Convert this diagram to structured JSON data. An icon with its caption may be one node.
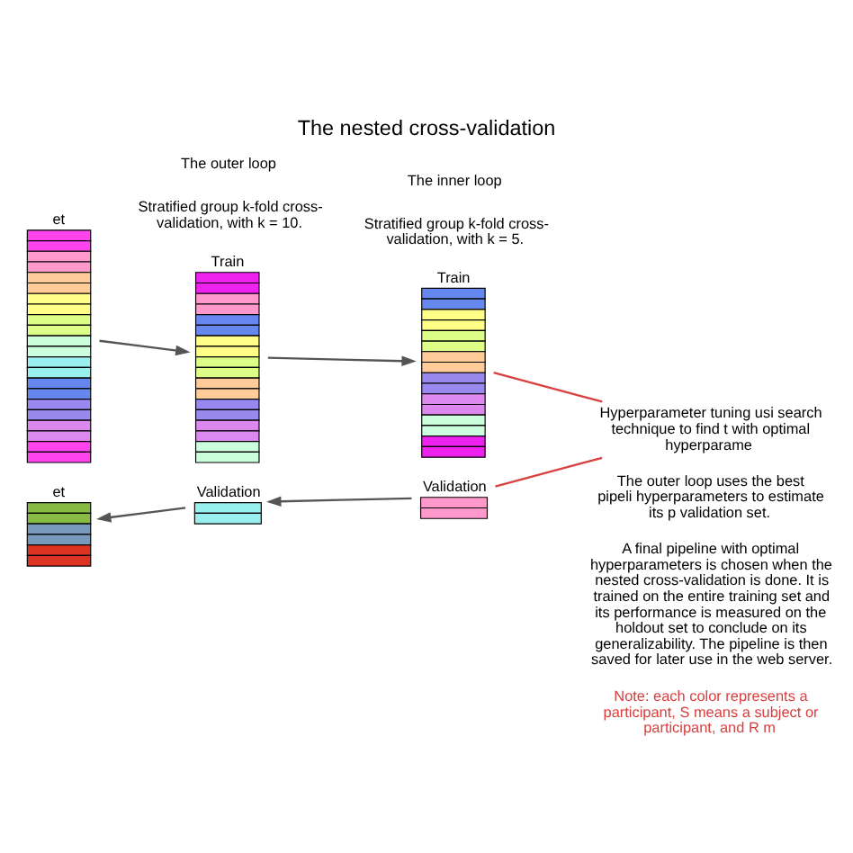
{
  "diagram": {
    "title": "The nested cross-validation",
    "nodes": [
      {
        "text": [
          "et"
        ]
      },
      {
        "text": [
          "Train"
        ]
      },
      {
        "text": [
          "Validation"
        ]
      },
      {
        "text": [
          "Train"
        ]
      },
      {
        "text": [
          "Validation"
        ]
      },
      {
        "text": [
          "Hyperparameter tuning usi search technique to find t with optimal hyperparame"
        ]
      },
      {
        "text": [
          "The outer loop uses the best pipeli hyperparameters to estimate its p validation set."
        ]
      },
      {
        "text": [
          "et"
        ]
      }
    ],
    "edges": [
      {
        "from": 0,
        "to": 1,
        "arrow": "to"
      },
      {
        "from": 1,
        "to": 3,
        "arrow": "to"
      },
      {
        "from": 3,
        "to": 5,
        "arrow": "none",
        "color": "#d94040"
      },
      {
        "from": 4,
        "to": 5,
        "arrow": "none",
        "color": "#d94040"
      },
      {
        "from": 4,
        "to": 2,
        "arrow": "to"
      },
      {
        "from": 2,
        "to": 7,
        "arrow": "to"
      }
    ],
    "labels": [
      "The outer loop",
      "Stratified group k-fold cross-validation, with k = 10.",
      "The inner loop",
      "Stratified group k-fold cross-validation, with k = 5.",
      "A final pipeline with optimal hyperparameters is chosen when the nested cross-validation is done. It is trained on the entire training set and its performance is measured on the holdout set to conclude on its generalizability. The pipeline is then saved for later use in the web server.",
      "Note: each color represents a participant, S means a subject or participant, and R m"
    ]
  }
}
